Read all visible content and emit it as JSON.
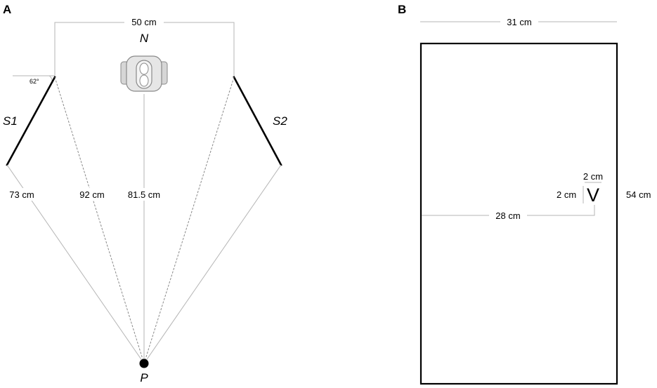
{
  "panel_a": {
    "label": "A",
    "top_width": "50 cm",
    "nose_label": "N",
    "angle": "62°",
    "left_screen": "S1",
    "right_screen": "S2",
    "dist_left_outer": "73 cm",
    "dist_left_inner": "92 cm",
    "dist_center": "81.5 cm",
    "participant_label": "P"
  },
  "panel_b": {
    "label": "B",
    "width": "31 cm",
    "height": "54 cm",
    "v_mark": "V",
    "v_height": "2 cm",
    "v_width": "2 cm",
    "v_offset": "28 cm"
  }
}
